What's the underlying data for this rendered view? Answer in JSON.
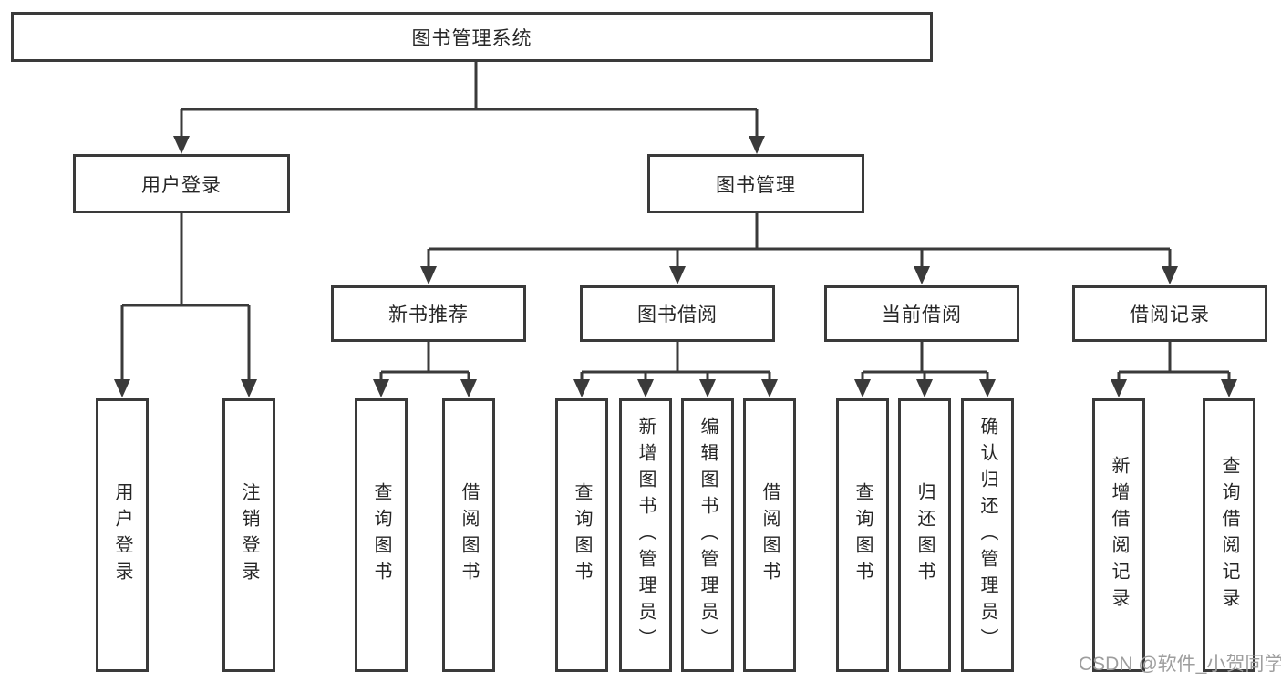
{
  "diagram_type": "tree",
  "title": "图书管理系统",
  "level2": {
    "user_login": "用户登录",
    "book_management": "图书管理"
  },
  "level3": {
    "recommend": "新书推荐",
    "borrow": "图书借阅",
    "current": "当前借阅",
    "records": "借阅记录"
  },
  "leaves": {
    "user_login": [
      "用户登录",
      "注销登录"
    ],
    "recommend": [
      "查询图书",
      "借阅图书"
    ],
    "borrow": [
      "查询图书",
      "新增图书（管理员）",
      "编辑图书（管理员）",
      "借阅图书"
    ],
    "current": [
      "查询图书",
      "归还图书",
      "确认归还（管理员）"
    ],
    "records": [
      "新增借阅记录",
      "查询借阅记录"
    ]
  },
  "watermark": {
    "text": "CSDN @软件_小贺同学"
  },
  "colors": {
    "line": "#3a3a3a",
    "text": "#262626",
    "watermark": "#9e9e9e",
    "background": "#ffffff"
  }
}
